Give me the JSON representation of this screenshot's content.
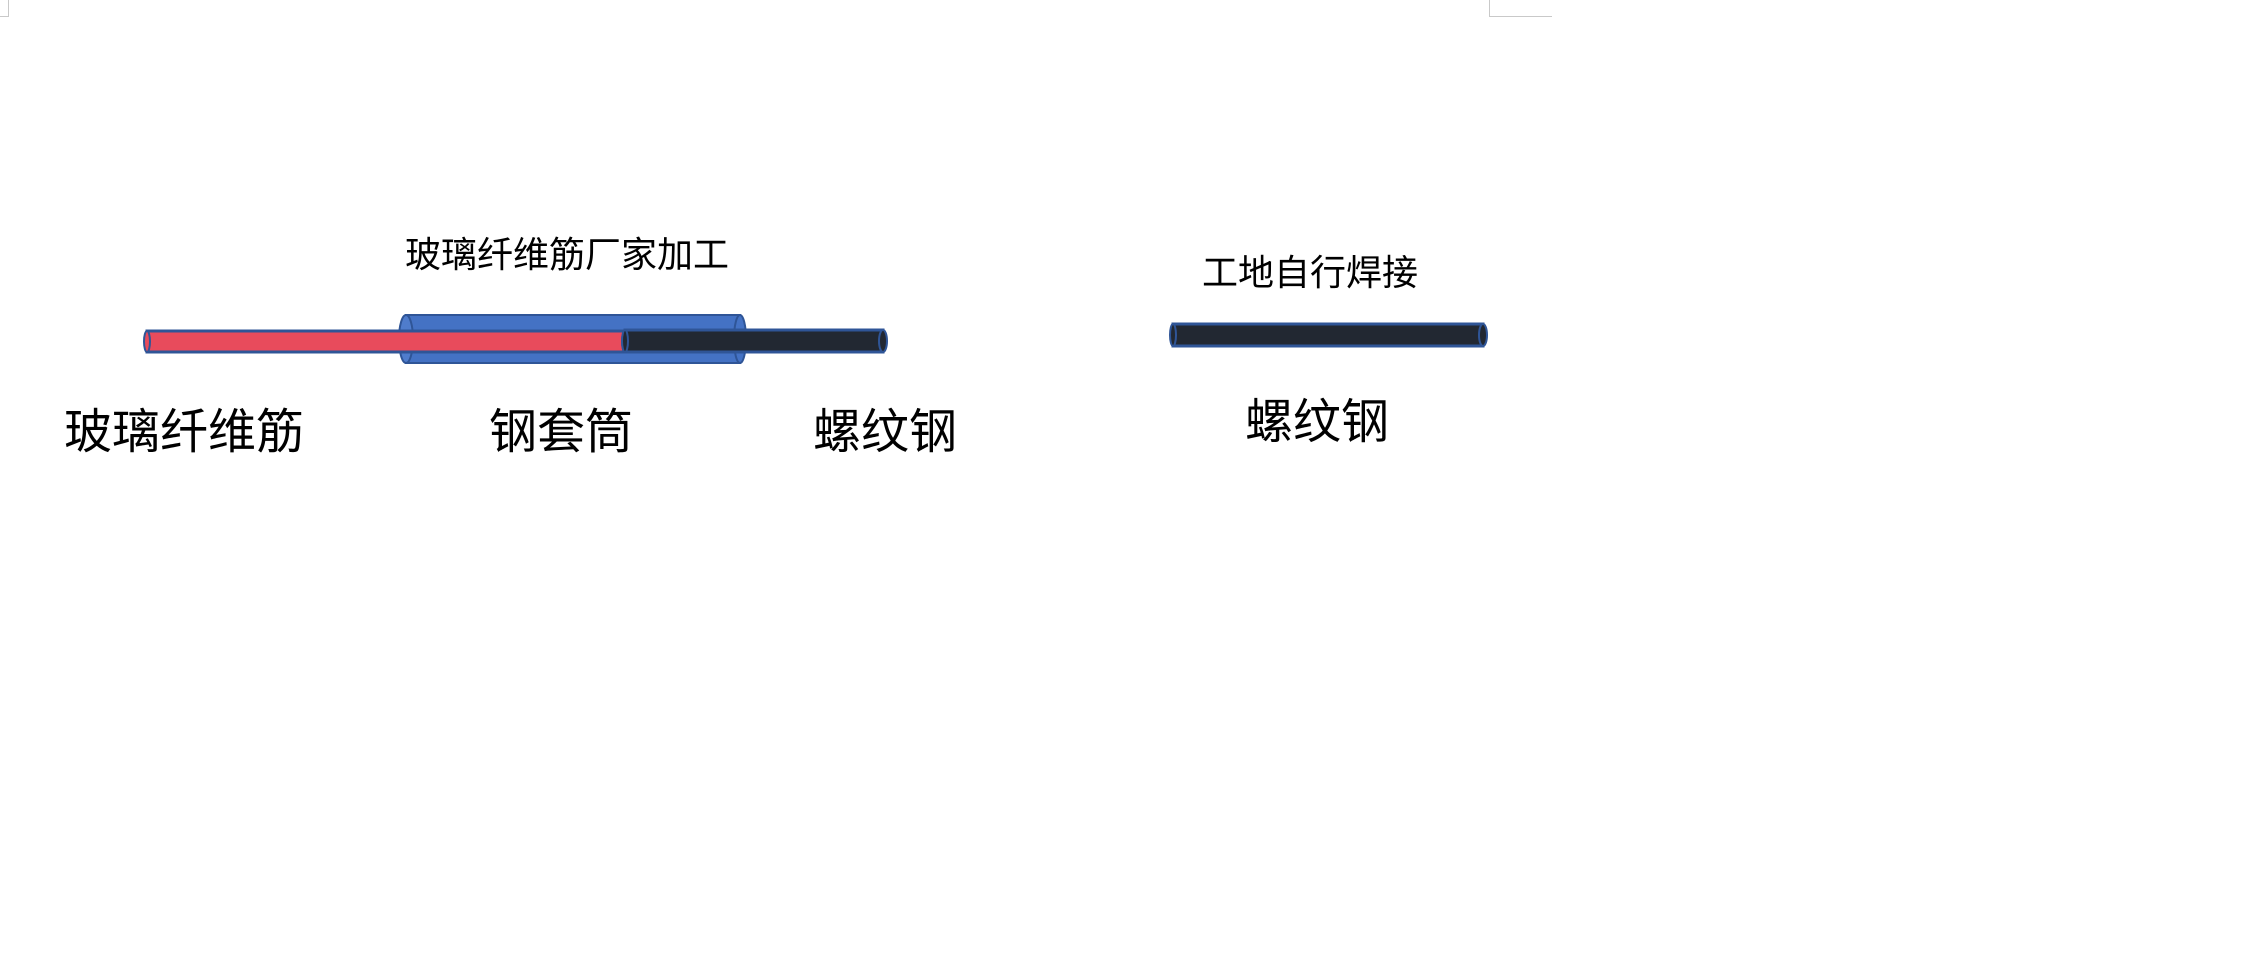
{
  "diagram": {
    "left_group": {
      "title": "玻璃纤维筋厂家加工",
      "labels": {
        "gfrp_bar": "玻璃纤维筋",
        "steel_sleeve": "钢套筒",
        "rebar": "螺纹钢"
      }
    },
    "right_group": {
      "title": "工地自行焊接",
      "labels": {
        "rebar": "螺纹钢"
      }
    },
    "colors": {
      "gfrp_fill": "#e84b5c",
      "sleeve_fill": "#4472c4",
      "sleeve_stroke": "#2f5597",
      "rebar_fill": "#222832",
      "outline_blue": "#2f5597"
    }
  }
}
